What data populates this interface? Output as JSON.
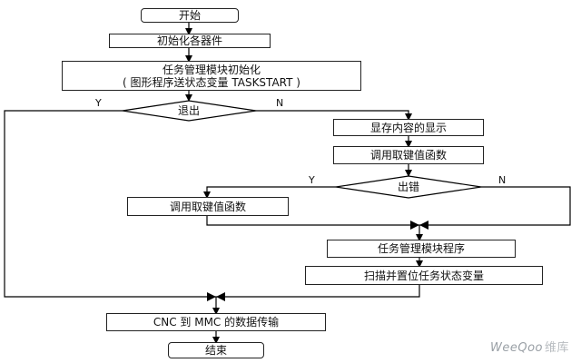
{
  "flowchart": {
    "start": "开始",
    "init_devices": "初始化各器件",
    "task_init_line1": "任务管理模块初始化",
    "task_init_line2": "( 图形程序送状态变量 TASKSTART )",
    "exit_decision": "退出",
    "display_memory": "显存内容的显示",
    "call_key_func_1": "调用取键值函数",
    "error_decision": "出错",
    "call_key_func_2": "调用取键值函数",
    "task_program": "任务管理模块程序",
    "scan_set_status": "扫描并置位任务状态变量",
    "data_transfer": "CNC 到 MMC 的数据传输",
    "end": "结束"
  },
  "branch_labels": {
    "exit_yes": "Y",
    "exit_no": "N",
    "error_yes": "Y",
    "error_no": "N"
  },
  "watermark": {
    "brand": "WeeQoo",
    "suffix": "维库"
  }
}
